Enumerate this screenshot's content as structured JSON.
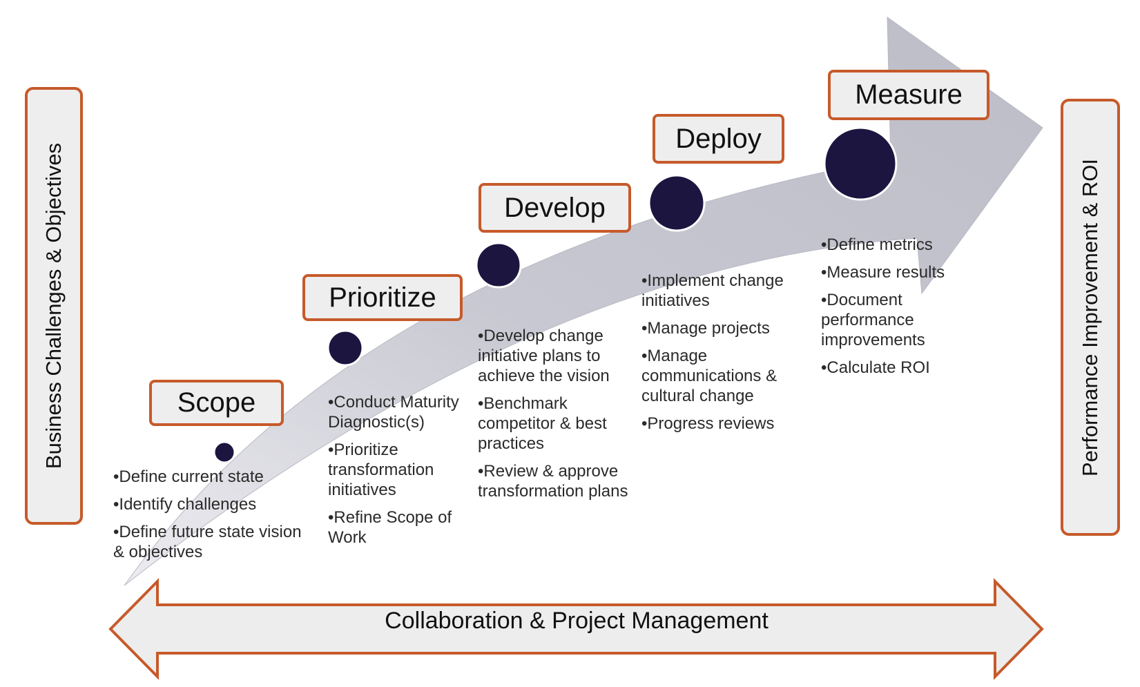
{
  "left_box": {
    "label": "Business Challenges & Objectives"
  },
  "right_box": {
    "label": "Performance Improvement & ROI"
  },
  "phases": [
    {
      "title": "Scope",
      "bullets": [
        "•Define current state",
        "•Identify challenges",
        "•Define future state vision & objectives"
      ]
    },
    {
      "title": "Prioritize",
      "bullets": [
        "•Conduct Maturity Diagnostic(s)",
        "•Prioritize transformation initiatives",
        "•Refine Scope of Work"
      ]
    },
    {
      "title": "Develop",
      "bullets": [
        "•Develop change initiative plans to achieve the vision",
        "•Benchmark competitor & best practices",
        "•Review & approve transformation plans"
      ]
    },
    {
      "title": "Deploy",
      "bullets": [
        "•Implement change initiatives",
        "•Manage projects",
        "•Manage communications & cultural change",
        "•Progress reviews"
      ]
    },
    {
      "title": "Measure",
      "bullets": [
        "•Define metrics",
        "•Measure results",
        "•Document performance improvements",
        "•Calculate ROI"
      ]
    }
  ],
  "bottom_arrow": {
    "label": "Collaboration & Project Management"
  },
  "colors": {
    "accent_border": "#c65a2a",
    "box_fill": "#eeeeee",
    "arrow_fill": "#c9c9d1",
    "milestone_dot": "#1c1540"
  }
}
